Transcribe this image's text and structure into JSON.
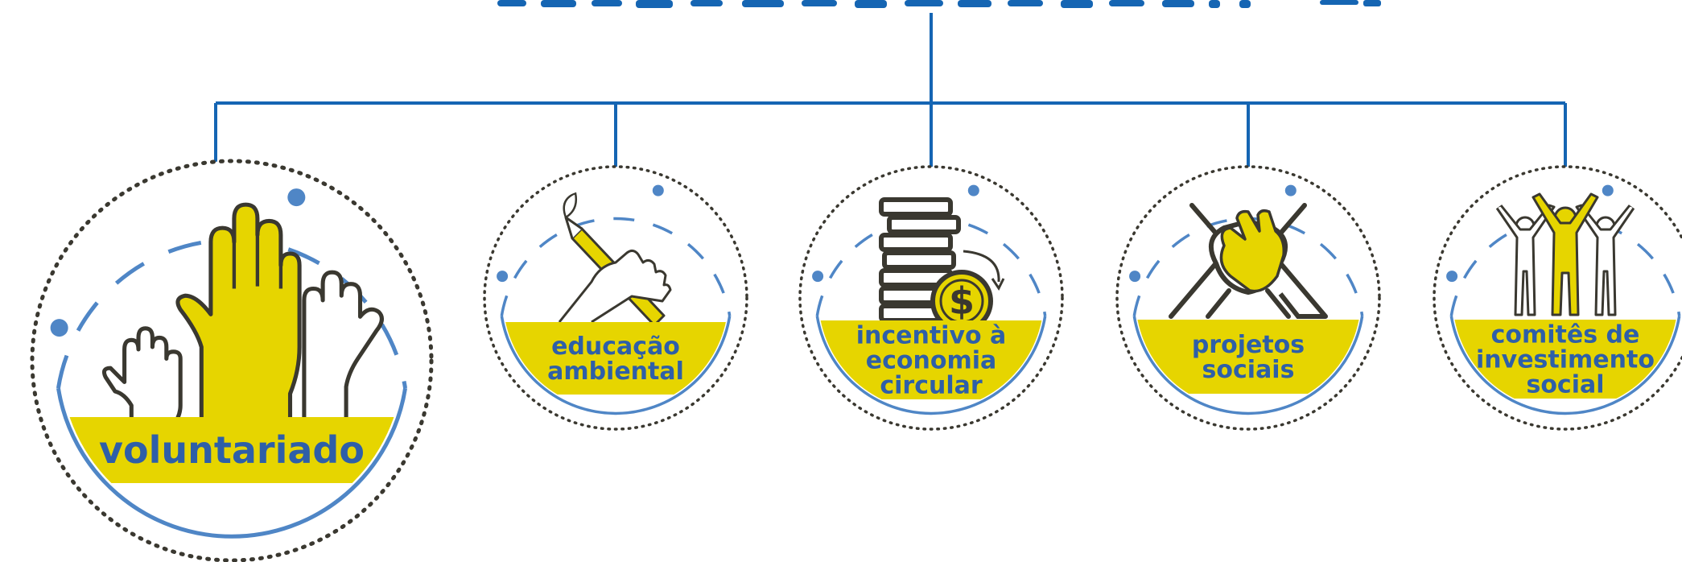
{
  "colors": {
    "brand_blue": "#1565b3",
    "ring_blue": "#4f86c6",
    "yellow": "#e6d500",
    "dark": "#3a3830",
    "label_blue": "#2e5fa8"
  },
  "diagram": {
    "nodes": [
      {
        "id": "voluntariado",
        "lines": [
          "voluntariado"
        ],
        "icon": "raised-hands-icon"
      },
      {
        "id": "educacao-ambiental",
        "lines": [
          "educação",
          "ambiental"
        ],
        "icon": "hand-pencil-icon"
      },
      {
        "id": "incentivo-economia-circular",
        "lines": [
          "incentivo à",
          "economia",
          "circular"
        ],
        "icon": "coins-dollar-icon"
      },
      {
        "id": "projetos-sociais",
        "lines": [
          "projetos",
          "sociais"
        ],
        "icon": "joined-hands-icon"
      },
      {
        "id": "comites-investimento-social",
        "lines": [
          "comitês de",
          "investimento",
          "social"
        ],
        "icon": "cheering-people-icon"
      }
    ]
  }
}
